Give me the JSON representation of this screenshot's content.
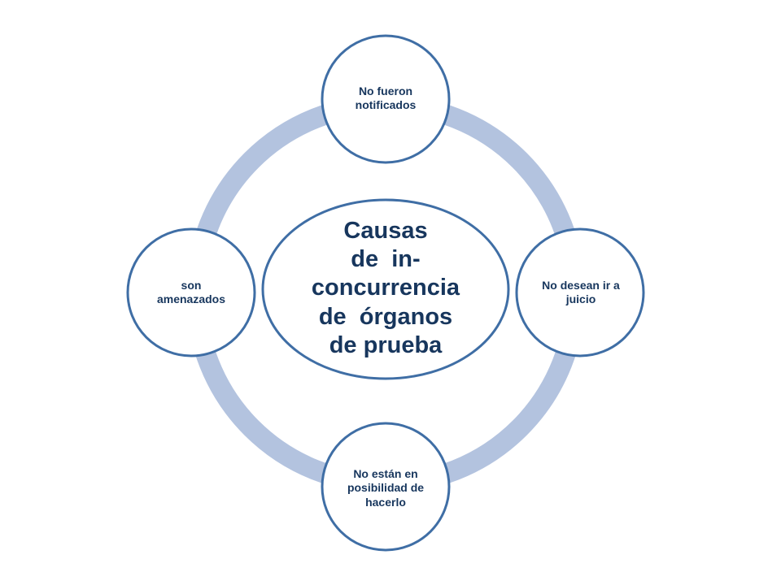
{
  "diagram": {
    "center": {
      "lines": [
        "Causas",
        "de  in-",
        "concurrencia",
        "de  órganos",
        "de prueba"
      ]
    },
    "nodes": [
      {
        "id": "top",
        "label": "No fueron notificados"
      },
      {
        "id": "right",
        "label": "No desean ir a juicio"
      },
      {
        "id": "bottom",
        "label": "No están en posibilidad de hacerlo"
      },
      {
        "id": "left",
        "label": "son amenazados"
      }
    ],
    "colors": {
      "ring": "#b3c3df",
      "outline": "#3f6ea5",
      "text": "#17365d",
      "fill": "#ffffff"
    }
  }
}
